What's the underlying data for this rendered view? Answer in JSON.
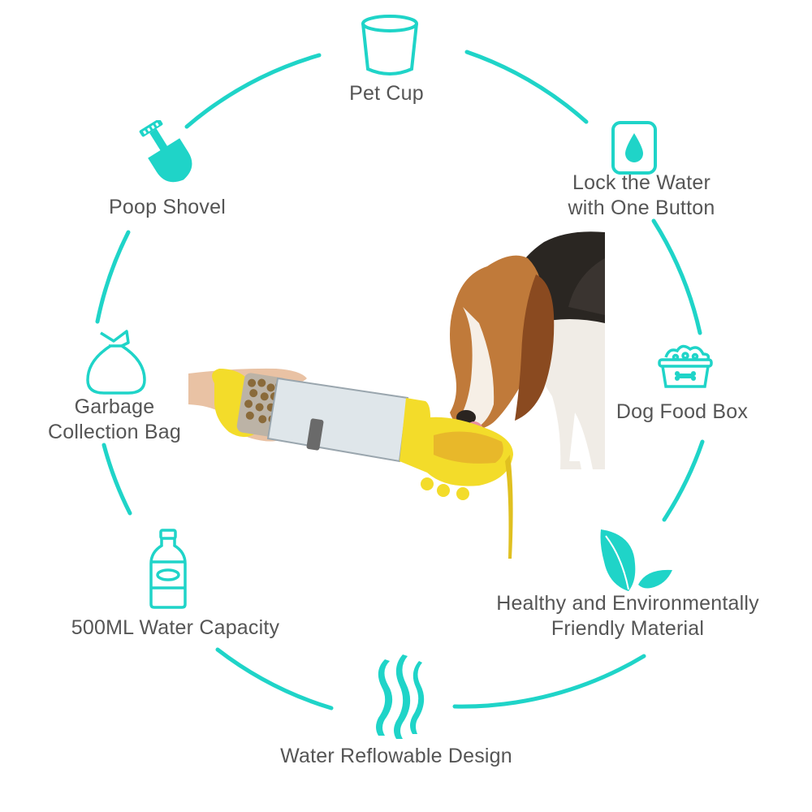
{
  "accent_color": "#1fd4c8",
  "product_color": "#f3dc2a",
  "features": {
    "pet_cup": {
      "label": "Pet Cup",
      "icon": "cup-icon"
    },
    "lock_water": {
      "line1": "Lock the Water",
      "line2": "with One Button",
      "icon": "water-drop-icon"
    },
    "dog_food_box": {
      "label": "Dog Food Box",
      "icon": "food-bowl-icon"
    },
    "healthy": {
      "line1": "Healthy and Environmentally",
      "line2": "Friendly Material",
      "icon": "leaf-icon"
    },
    "reflowable": {
      "label": "Water Reflowable Design",
      "icon": "wave-icon"
    },
    "capacity": {
      "label": "500ML Water Capacity",
      "icon": "bottle-icon"
    },
    "garbage_bag": {
      "line1": "Garbage",
      "line2": "Collection Bag",
      "icon": "garbage-bag-icon"
    },
    "poop_shovel": {
      "label": "Poop Shovel",
      "icon": "shovel-icon"
    }
  },
  "photo": {
    "subject": "dog-drinking-photo",
    "product": "yellow-pet-water-bottle"
  }
}
